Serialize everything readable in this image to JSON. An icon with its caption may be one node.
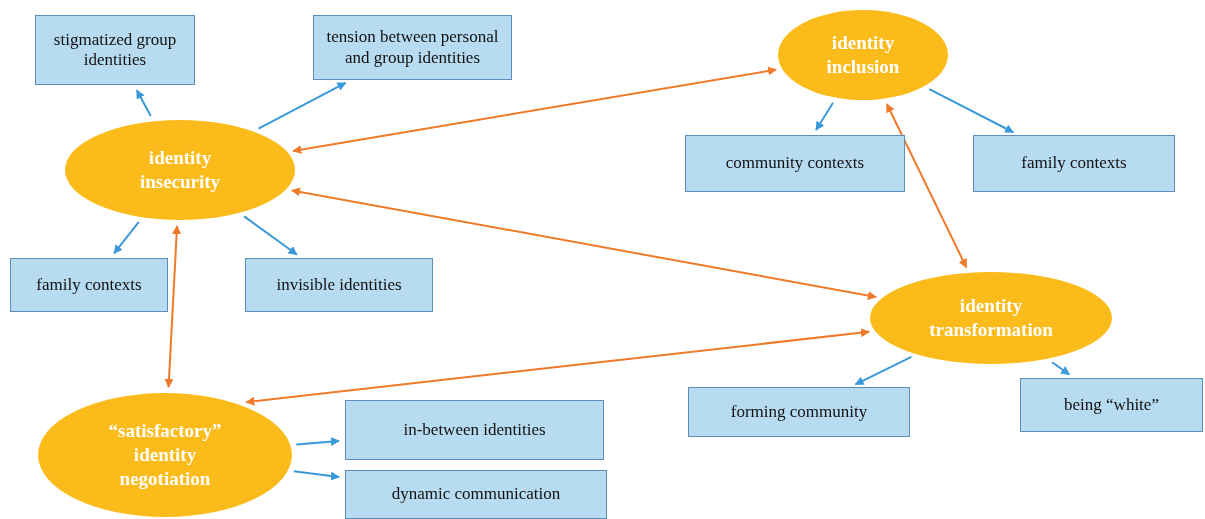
{
  "diagram": {
    "nodes": [
      {
        "text": [
          "identity insecurity"
        ]
      },
      {
        "text": [
          "stigmatized group identities"
        ]
      },
      {
        "text": [
          "tension between personal and group identities"
        ]
      },
      {
        "text": [
          "family contexts"
        ]
      },
      {
        "text": [
          "invisible identities"
        ]
      },
      {
        "text": [
          "identity inclusion"
        ]
      },
      {
        "text": [
          "community contexts"
        ]
      },
      {
        "text": [
          "family contexts"
        ]
      },
      {
        "text": [
          "identity transformation"
        ]
      },
      {
        "text": [
          "forming community"
        ]
      },
      {
        "text": [
          "being “white”"
        ]
      },
      {
        "text": [
          "“satisfactory” identity negotiation"
        ]
      },
      {
        "text": [
          "in-between identities"
        ]
      },
      {
        "text": [
          "dynamic communication"
        ]
      }
    ],
    "edges": [
      {
        "from": 0,
        "to": 1,
        "arrow": "to"
      },
      {
        "from": 0,
        "to": 2,
        "arrow": "to"
      },
      {
        "from": 0,
        "to": 3,
        "arrow": "to"
      },
      {
        "from": 0,
        "to": 4,
        "arrow": "to"
      },
      {
        "from": 5,
        "to": 6,
        "arrow": "to"
      },
      {
        "from": 5,
        "to": 7,
        "arrow": "to"
      },
      {
        "from": 8,
        "to": 9,
        "arrow": "to"
      },
      {
        "from": 8,
        "to": 10,
        "arrow": "to"
      },
      {
        "from": 11,
        "to": 12,
        "arrow": "to"
      },
      {
        "from": 11,
        "to": 13,
        "arrow": "to"
      },
      {
        "from": 0,
        "to": 5,
        "arrow": "both",
        "color": "#f07a2a"
      },
      {
        "from": 0,
        "to": 8,
        "arrow": "both",
        "color": "#f07a2a"
      },
      {
        "from": 0,
        "to": 11,
        "arrow": "both",
        "color": "#f07a2a"
      },
      {
        "from": 5,
        "to": 8,
        "arrow": "both",
        "color": "#f07a2a"
      },
      {
        "from": 11,
        "to": 8,
        "arrow": "both",
        "color": "#f07a2a"
      }
    ]
  }
}
